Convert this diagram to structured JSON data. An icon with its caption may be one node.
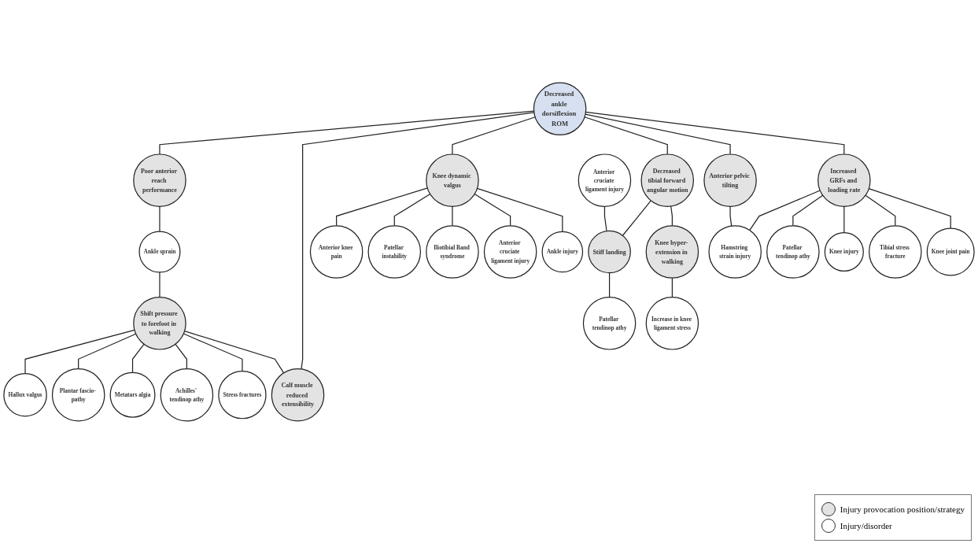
{
  "diagram": {
    "nodes": [
      {
        "text": [
          "Decreased ankle dorsiflexion ROM"
        ]
      },
      {
        "text": [
          "Poor anterior reach performance"
        ]
      },
      {
        "text": [
          "Ankle sprain"
        ]
      },
      {
        "text": [
          "Calf muscle reduced extensibility"
        ]
      },
      {
        "text": [
          "Shift pressure to forefoot in walking"
        ]
      },
      {
        "text": [
          "Hallux valgus"
        ]
      },
      {
        "text": [
          "Plantar fascio- pathy"
        ]
      },
      {
        "text": [
          "Metatars algia"
        ]
      },
      {
        "text": [
          "Achilles' tendinop athy"
        ]
      },
      {
        "text": [
          "Stress fractures"
        ]
      },
      {
        "text": [
          "Knee dynamic valgus"
        ]
      },
      {
        "text": [
          "Anterior knee pain"
        ]
      },
      {
        "text": [
          "Patellar instability"
        ]
      },
      {
        "text": [
          "Iliotibial Band syndrome"
        ]
      },
      {
        "text": [
          "Anterior cruciate ligament injury"
        ]
      },
      {
        "text": [
          "Ankle injury"
        ]
      },
      {
        "text": [
          "Decreased tibial forward angular motion"
        ]
      },
      {
        "text": [
          "Stiff landing"
        ]
      },
      {
        "text": [
          "Anterior cruciate ligament injury"
        ]
      },
      {
        "text": [
          "Patellar tendinop athy"
        ]
      },
      {
        "text": [
          "Knee hyper- extension in walking"
        ]
      },
      {
        "text": [
          "Increase in knee ligament stress"
        ]
      },
      {
        "text": [
          "Anterior pelvic tilting"
        ]
      },
      {
        "text": [
          "Hamstring strain injury"
        ]
      },
      {
        "text": [
          "Increased GRFs and loading rate"
        ]
      },
      {
        "text": [
          "Patellar tendinop athy"
        ]
      },
      {
        "text": [
          "Knee injury"
        ]
      },
      {
        "text": [
          "Tibial stress fracture"
        ]
      },
      {
        "text": [
          "Knee joint pain"
        ]
      }
    ],
    "edges": [
      {
        "from": 0,
        "to": 1,
        "arrow": "none"
      },
      {
        "from": 0,
        "to": 3,
        "arrow": "none"
      },
      {
        "from": 0,
        "to": 10,
        "arrow": "none"
      },
      {
        "from": 0,
        "to": 16,
        "arrow": "none"
      },
      {
        "from": 0,
        "to": 22,
        "arrow": "none"
      },
      {
        "from": 0,
        "to": 24,
        "arrow": "none"
      },
      {
        "from": 1,
        "to": 2,
        "arrow": "none"
      },
      {
        "from": 2,
        "to": 4,
        "arrow": "none"
      },
      {
        "from": 4,
        "to": 5,
        "arrow": "none"
      },
      {
        "from": 4,
        "to": 6,
        "arrow": "none"
      },
      {
        "from": 4,
        "to": 7,
        "arrow": "none"
      },
      {
        "from": 4,
        "to": 8,
        "arrow": "none"
      },
      {
        "from": 4,
        "to": 9,
        "arrow": "none"
      },
      {
        "from": 4,
        "to": 3,
        "arrow": "none"
      },
      {
        "from": 10,
        "to": 11,
        "arrow": "none"
      },
      {
        "from": 10,
        "to": 12,
        "arrow": "none"
      },
      {
        "from": 10,
        "to": 13,
        "arrow": "none"
      },
      {
        "from": 10,
        "to": 14,
        "arrow": "none"
      },
      {
        "from": 10,
        "to": 15,
        "arrow": "none"
      },
      {
        "from": 16,
        "to": 17,
        "arrow": "none"
      },
      {
        "from": 16,
        "to": 20,
        "arrow": "none"
      },
      {
        "from": 17,
        "to": 18,
        "arrow": "none"
      },
      {
        "from": 17,
        "to": 19,
        "arrow": "none"
      },
      {
        "from": 20,
        "to": 21,
        "arrow": "none"
      },
      {
        "from": 22,
        "to": 23,
        "arrow": "none"
      },
      {
        "from": 23,
        "to": 24,
        "arrow": "none"
      },
      {
        "from": 24,
        "to": 25,
        "arrow": "none"
      },
      {
        "from": 24,
        "to": 26,
        "arrow": "none"
      },
      {
        "from": 24,
        "to": 27,
        "arrow": "none"
      },
      {
        "from": 24,
        "to": 28,
        "arrow": "none"
      }
    ],
    "legend": [
      {
        "text": "Injury provocation position/strategy",
        "color": "#e3e3e3"
      },
      {
        "text": "Injury/disorder",
        "color": "#ffffff"
      }
    ]
  }
}
